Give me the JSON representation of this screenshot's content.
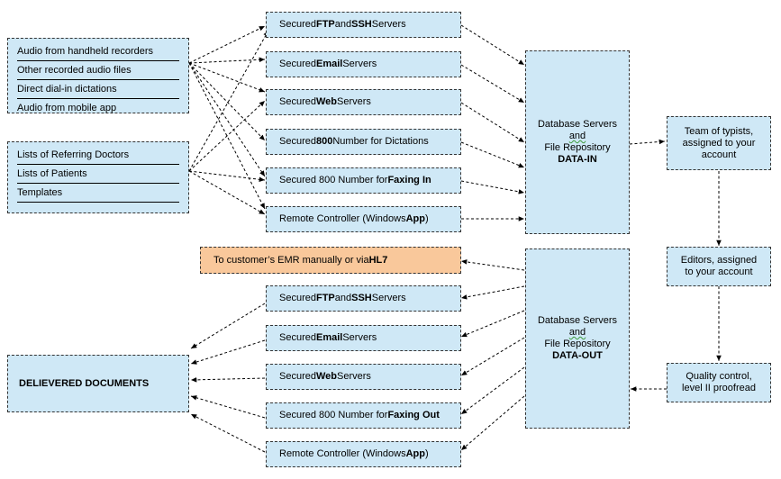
{
  "audio_sources": [
    "Audio from handheld recorders",
    "Other recorded audio files",
    "Direct dial-in dictations",
    "Audio from mobile app"
  ],
  "doc_sources": [
    "Lists of Referring Doctors",
    "Lists of Patients",
    "Templates"
  ],
  "in_servers": [
    {
      "pre": "Secured ",
      "bold": "FTP",
      "mid": " and ",
      "bold2": "SSH",
      "post": " Servers"
    },
    {
      "pre": "Secured ",
      "bold": "Email",
      "mid": "",
      "bold2": "",
      "post": " Servers"
    },
    {
      "pre": "Secured ",
      "bold": "Web",
      "mid": "",
      "bold2": "",
      "post": " Servers"
    },
    {
      "pre": "Secured ",
      "bold": "800",
      "mid": "",
      "bold2": "",
      "post": " Number for Dictations"
    },
    {
      "pre": "Secured 800 Number for ",
      "bold": "Faxing In",
      "mid": "",
      "bold2": "",
      "post": ""
    },
    {
      "pre": "Remote Controller (Windows ",
      "bold": "App",
      "mid": "",
      "bold2": "",
      "post": ")"
    }
  ],
  "out_servers": [
    {
      "pre": "Secured ",
      "bold": "FTP",
      "mid": " and ",
      "bold2": "SSH",
      "post": " Servers"
    },
    {
      "pre": "Secured ",
      "bold": "Email",
      "mid": "",
      "bold2": "",
      "post": " Servers"
    },
    {
      "pre": "Secured ",
      "bold": "Web",
      "mid": "",
      "bold2": "",
      "post": " Servers"
    },
    {
      "pre": "Secured 800 Number for ",
      "bold": "Faxing Out",
      "mid": "",
      "bold2": "",
      "post": ""
    },
    {
      "pre": "Remote Controller (Windows ",
      "bold": "App",
      "mid": "",
      "bold2": "",
      "post": ")"
    }
  ],
  "emr": {
    "pre": "To customer’s EMR manually or via ",
    "bold": "HL7"
  },
  "db_in": {
    "line1": "Database Servers",
    "line2": "and",
    "line3": "File Repository",
    "line4": "DATA-IN"
  },
  "db_out": {
    "line1": "Database Servers",
    "line2": "and",
    "line3": "File Repository",
    "line4": "DATA-OUT"
  },
  "typists": {
    "line1": "Team of typists,",
    "line2": "assigned to your",
    "line3": "account"
  },
  "editors": {
    "line1": "Editors, assigned",
    "line2": "to your account"
  },
  "qc": {
    "line1": "Quality control,",
    "line2": "level II proofread"
  },
  "delivered": "DELIEVERED DOCUMENTS",
  "colors": {
    "box_fill": "#cfe8f6",
    "emr_fill": "#f9c89b",
    "border": "#333333"
  }
}
